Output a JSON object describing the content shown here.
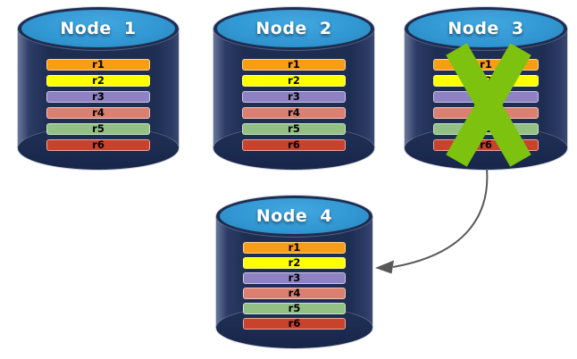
{
  "diagram": {
    "colors": {
      "background": "#FFFFFF",
      "cylinder_body": "#1E2D52",
      "cylinder_top": "#3298D4",
      "title_text": "#FFFFFF",
      "row_text": "#000000",
      "x_mark": "#7CC20E",
      "arrow": "#595959"
    },
    "rows": [
      {
        "label": "r1",
        "color": "#F89E16"
      },
      {
        "label": "r2",
        "color": "#FFFF00"
      },
      {
        "label": "r3",
        "color": "#8E82C4"
      },
      {
        "label": "r4",
        "color": "#DB8070"
      },
      {
        "label": "r5",
        "color": "#93C184"
      },
      {
        "label": "r6",
        "color": "#C8422C"
      }
    ],
    "nodes": [
      {
        "title": "Node 1",
        "failed": false
      },
      {
        "title": "Node 2",
        "failed": false
      },
      {
        "title": "Node 3",
        "failed": true
      },
      {
        "title": "Node 4",
        "failed": false
      }
    ],
    "arrow": {
      "from": "Node 3",
      "to": "Node 4"
    }
  }
}
